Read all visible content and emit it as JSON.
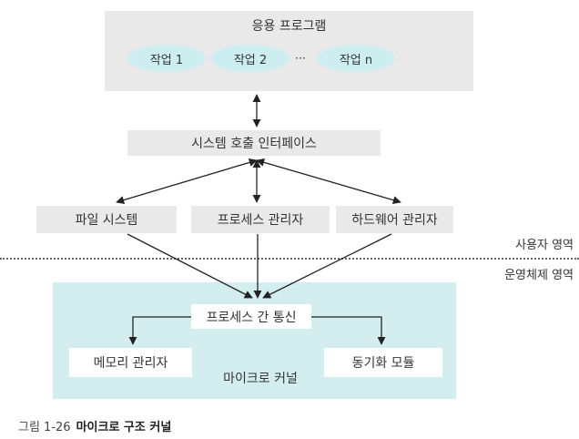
{
  "app": {
    "title": "응용 프로그램",
    "tasks": [
      "작업 1",
      "작업 2",
      "작업 n"
    ],
    "ellipsis": "···"
  },
  "syscall_interface": "시스템 호출 인터페이스",
  "modules": {
    "file_system": "파일 시스템",
    "process_manager": "프로세스 관리자",
    "hardware_manager": "하드웨어 관리자"
  },
  "zones": {
    "user_mode": "사용자 영역",
    "os_mode": "운영체제 영역"
  },
  "kernel": {
    "label": "마이크로 커널",
    "ipc": "프로세스 간 통신",
    "memory_manager": "메모리 관리자",
    "sync_module": "동기화 모듈"
  },
  "caption": {
    "number": "그림 1-26",
    "text": "마이크로 구조 커널"
  },
  "colors": {
    "gray_box": "#e9e9ea",
    "task_ellipse": "#cdeef0",
    "kernel_region": "#d4eef0",
    "arrow": "#222222"
  }
}
